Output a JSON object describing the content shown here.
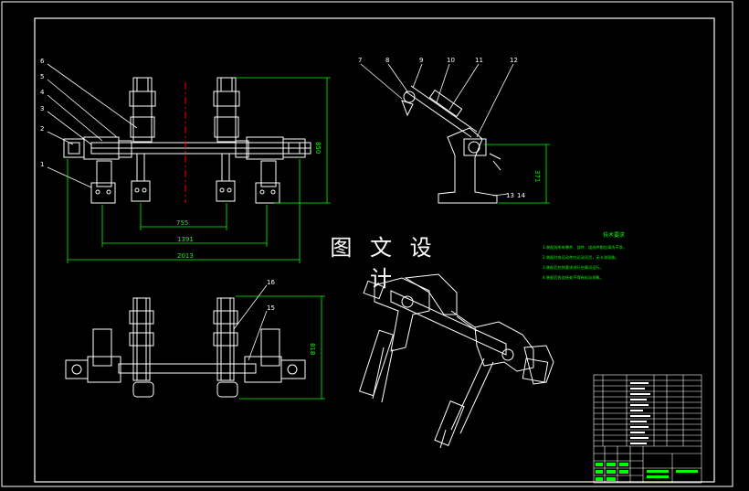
{
  "drawing": {
    "watermark": "图 文 设 计",
    "colors": {
      "background": "#000000",
      "line": "#ffffff",
      "dimension": "#00ff00",
      "centerline": "#ff0000",
      "accent": "#ffff00"
    },
    "front_view": {
      "part_numbers": [
        "1",
        "2",
        "3",
        "4",
        "5",
        "6"
      ],
      "dimensions": [
        "755",
        "1391",
        "2013",
        "850"
      ]
    },
    "side_view": {
      "part_numbers": [
        "7",
        "8",
        "9",
        "10",
        "11",
        "12",
        "13",
        "14"
      ],
      "dimensions": [
        "371"
      ]
    },
    "top_view": {
      "part_numbers": [
        "16",
        "15"
      ],
      "dimensions": [
        "818"
      ]
    },
    "notes": {
      "title": "技术要求",
      "lines": [
        "1.装配前所有零件、部件、组成件都应清洗干净。",
        "2.装配时各运动件应运动灵活，无卡滞现象。",
        "3.装配后应按要求进行空载试运行。",
        "4.装配后各连接处不得有松动现象。"
      ]
    }
  }
}
